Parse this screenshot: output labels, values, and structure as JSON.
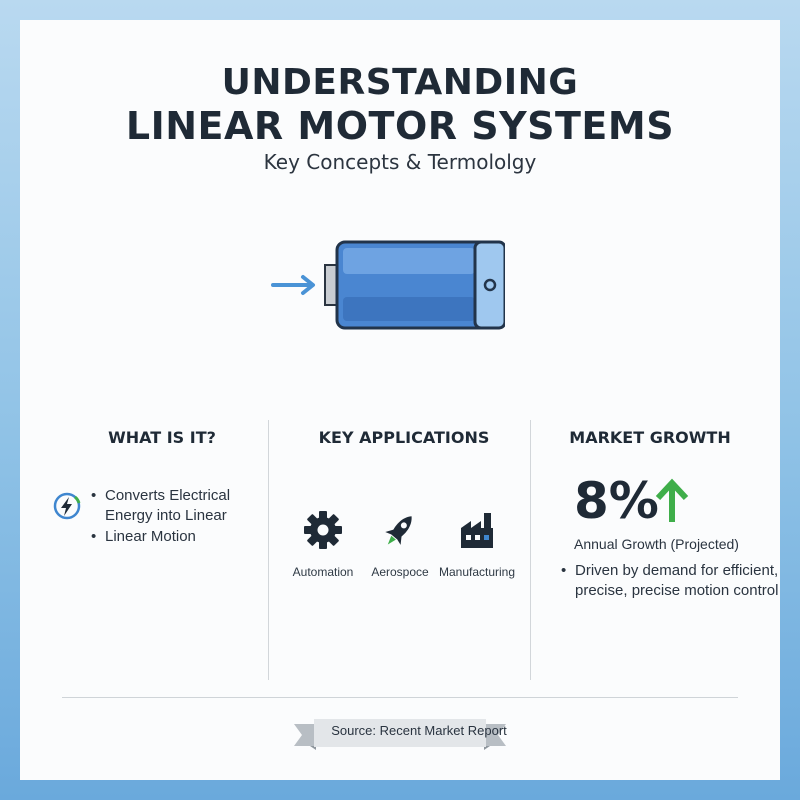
{
  "header": {
    "title_line1": "UNDERSTANDING",
    "title_line2": "LINEAR MOTOR SYSTEMS",
    "subtitle": "Key Concepts & Termololgy"
  },
  "sections": {
    "what": {
      "heading": "WHAT IS IT?",
      "bullets": [
        "Converts Electrical Energy into Linear",
        "Linear Motion"
      ],
      "icon": "lightning-icon"
    },
    "applications": {
      "heading": "KEY APPLICATIONS",
      "items": [
        {
          "label": "Automation",
          "icon": "gear-icon"
        },
        {
          "label": "Aerospoce",
          "icon": "rocket-icon"
        },
        {
          "label": "Manufacturing",
          "icon": "factory-icon"
        }
      ]
    },
    "market": {
      "heading": "MARKET GROWTH",
      "value": "8%",
      "value_label": "Annual Growth (Projected)",
      "note": "Driven by demand for efficient, precise, precise motion control",
      "trend_icon": "up-arrow-icon"
    }
  },
  "footer": {
    "source": "Source: Recent Market Report"
  },
  "colors": {
    "accent_blue": "#3f86cf",
    "green": "#3fae4a",
    "text_dark": "#1f2a36",
    "background_gradient": [
      "#b9d9f0",
      "#6aa9dc"
    ]
  }
}
